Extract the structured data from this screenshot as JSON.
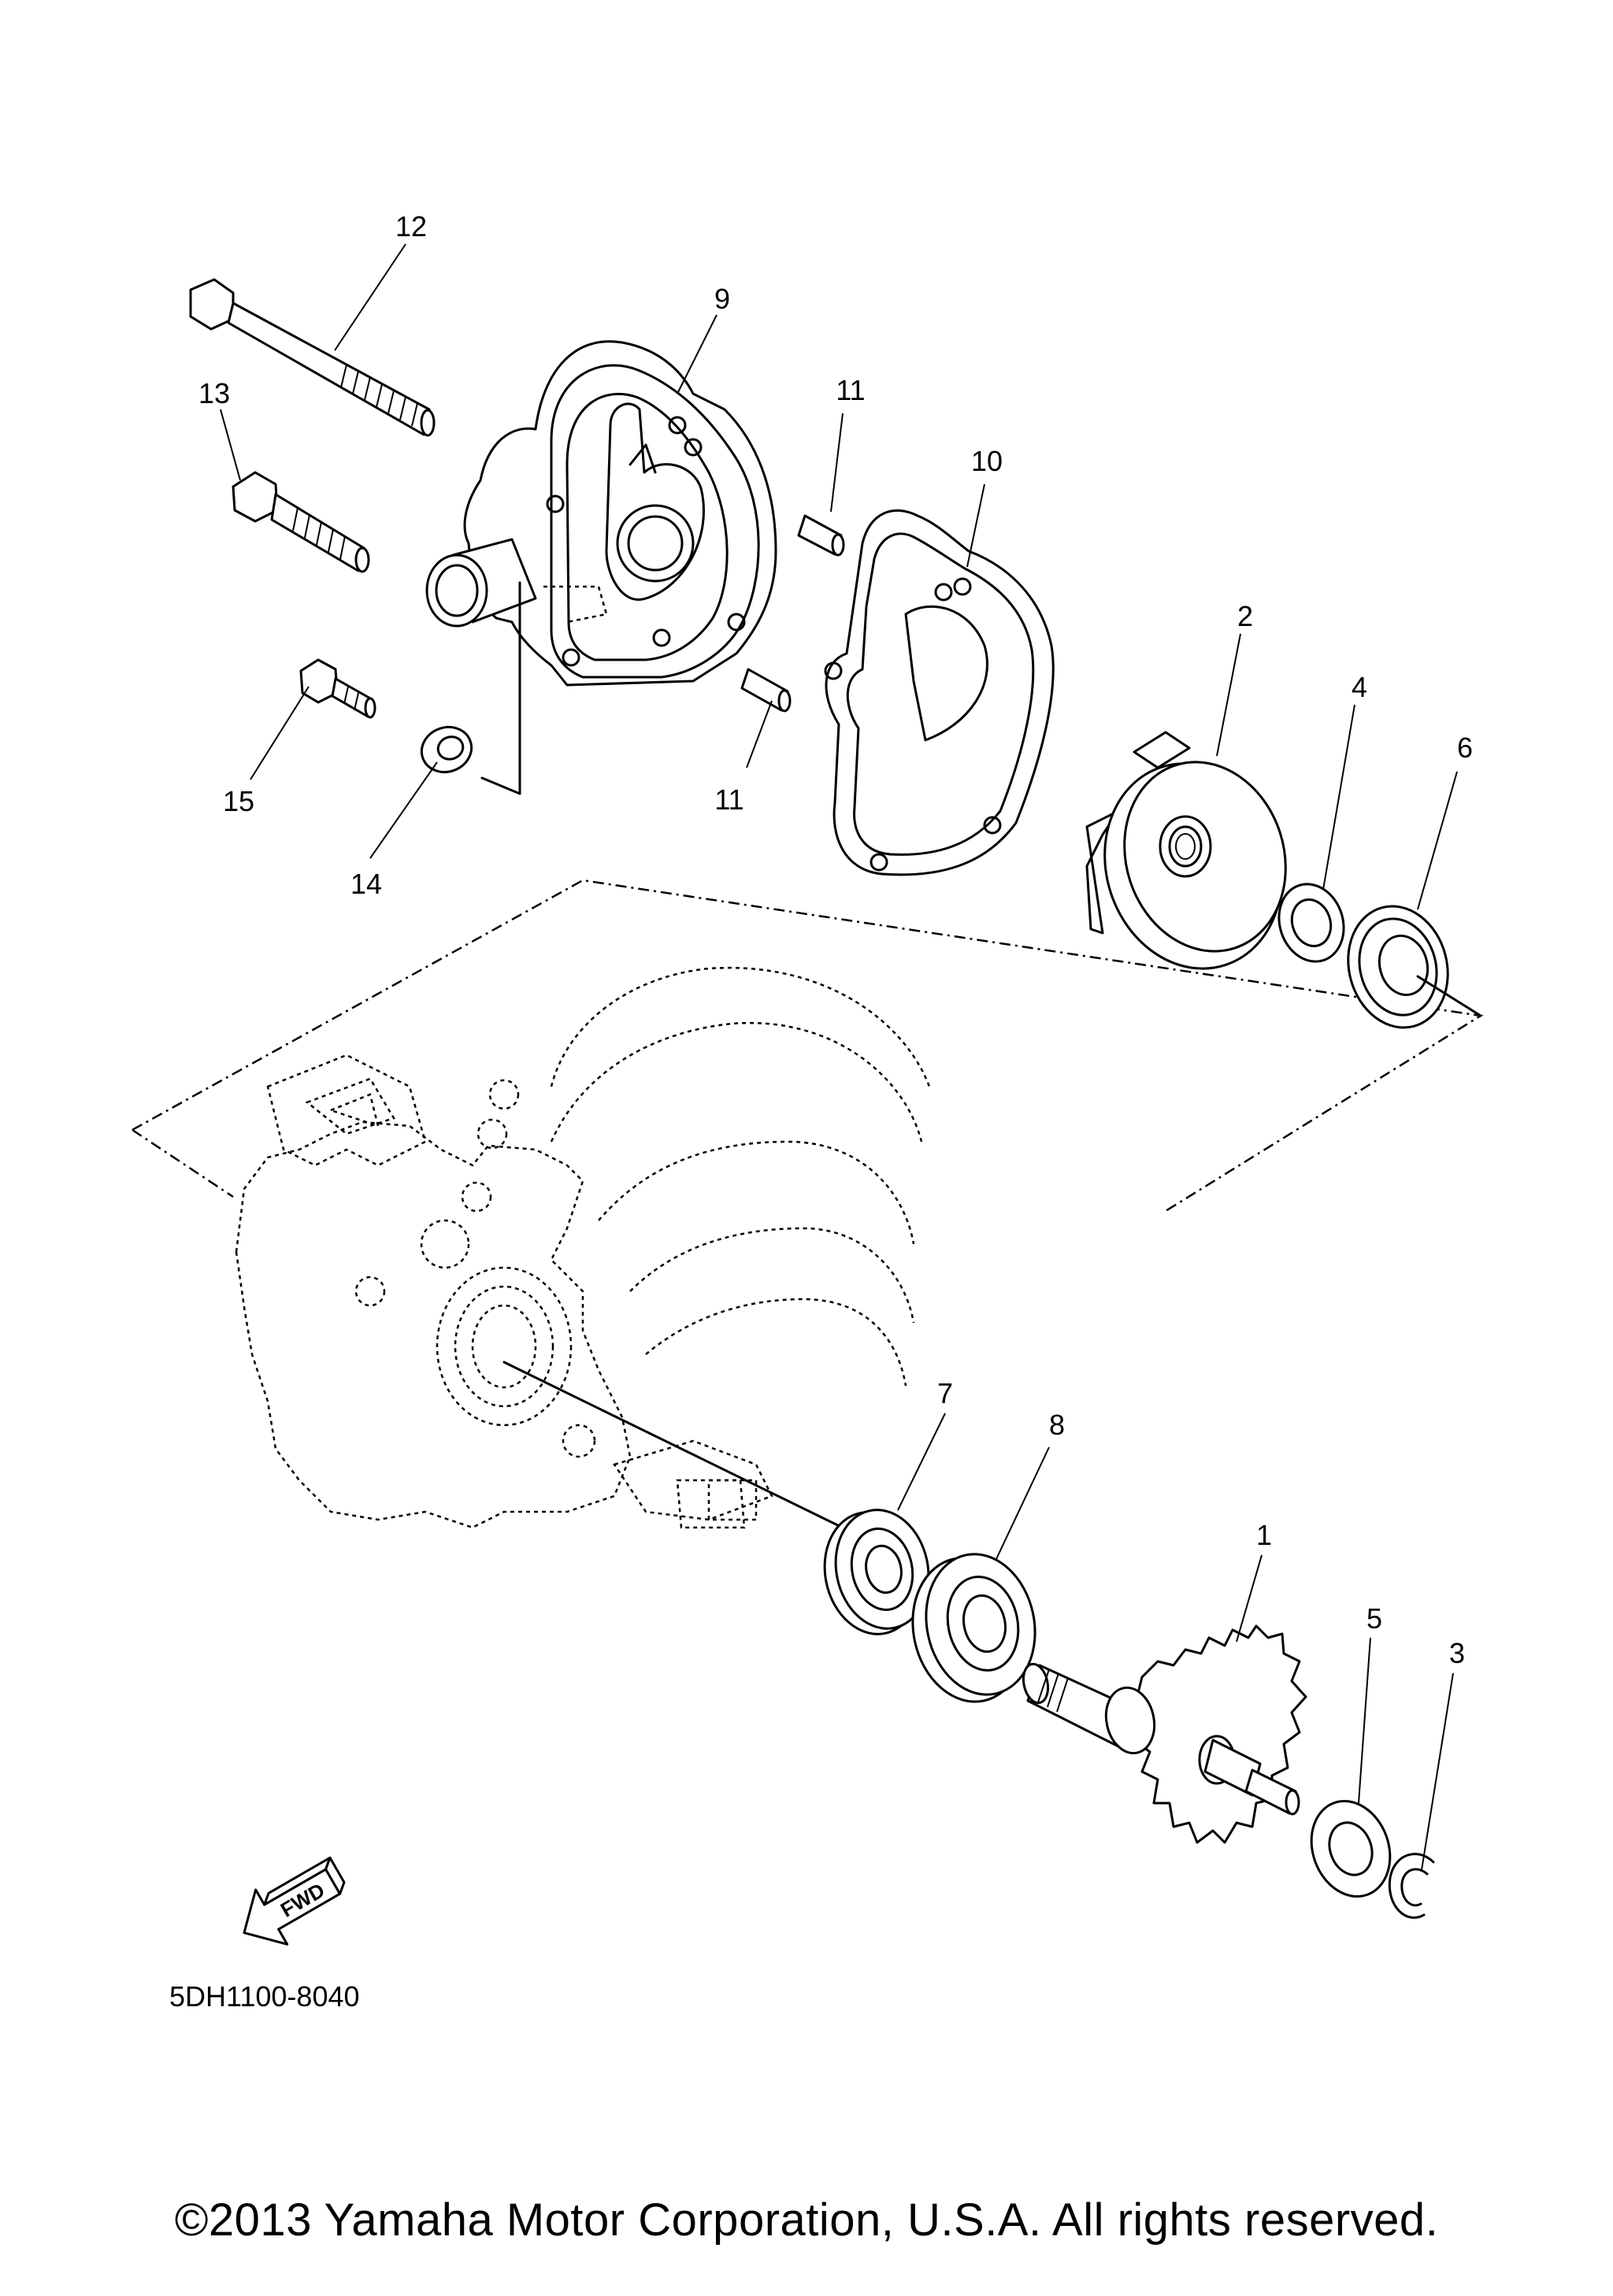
{
  "diagram": {
    "callouts": [
      {
        "id": "12",
        "text": "12"
      },
      {
        "id": "9",
        "text": "9"
      },
      {
        "id": "13",
        "text": "13"
      },
      {
        "id": "11a",
        "text": "11"
      },
      {
        "id": "10",
        "text": "10"
      },
      {
        "id": "15",
        "text": "15"
      },
      {
        "id": "11b",
        "text": "11"
      },
      {
        "id": "14",
        "text": "14"
      },
      {
        "id": "2",
        "text": "2"
      },
      {
        "id": "4",
        "text": "4"
      },
      {
        "id": "6",
        "text": "6"
      },
      {
        "id": "7",
        "text": "7"
      },
      {
        "id": "8",
        "text": "8"
      },
      {
        "id": "1",
        "text": "1"
      },
      {
        "id": "5",
        "text": "5"
      },
      {
        "id": "3",
        "text": "3"
      }
    ],
    "fwd_badge": "FWD",
    "drawing_number": "5DH1100-8040",
    "copyright": "©2013 Yamaha Motor Corporation, U.S.A. All rights reserved."
  }
}
